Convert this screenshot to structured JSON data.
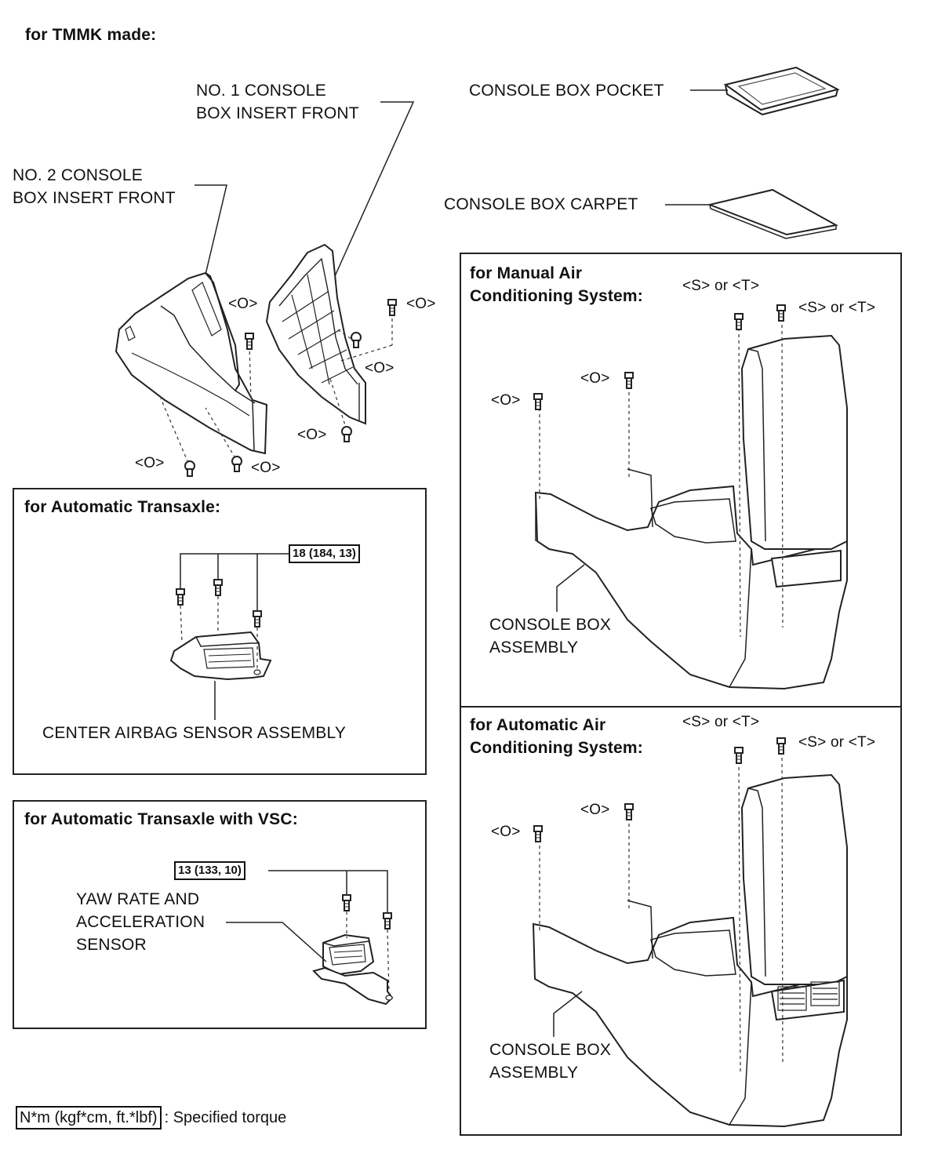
{
  "header": {
    "title": "for TMMK made:"
  },
  "parts": {
    "no1_insert": "NO. 1 CONSOLE\nBOX INSERT FRONT",
    "no2_insert": "NO. 2 CONSOLE\nBOX INSERT FRONT",
    "pocket": "CONSOLE BOX POCKET",
    "carpet": "CONSOLE BOX CARPET",
    "console_box_manual": "CONSOLE BOX\nASSEMBLY",
    "console_box_auto": "CONSOLE BOX\nASSEMBLY",
    "airbag_sensor": "CENTER AIRBAG SENSOR ASSEMBLY",
    "yaw_sensor": "YAW RATE AND\nACCELERATION\nSENSOR"
  },
  "clip_marks": {
    "o": "<O>",
    "s_or_t": "<S> or <T>"
  },
  "panels": {
    "manual_ac": "for Manual Air\nConditioning System:",
    "auto_ac": "for Automatic Air\nConditioning System:",
    "auto_transaxle": "for Automatic Transaxle:",
    "auto_transaxle_vsc": "for Automatic Transaxle with VSC:"
  },
  "torque": {
    "airbag": "18 (184, 13)",
    "yaw": "13 (133, 10)"
  },
  "legend": {
    "box": "N*m (kgf*cm, ft.*lbf)",
    "text": ": Specified torque"
  }
}
